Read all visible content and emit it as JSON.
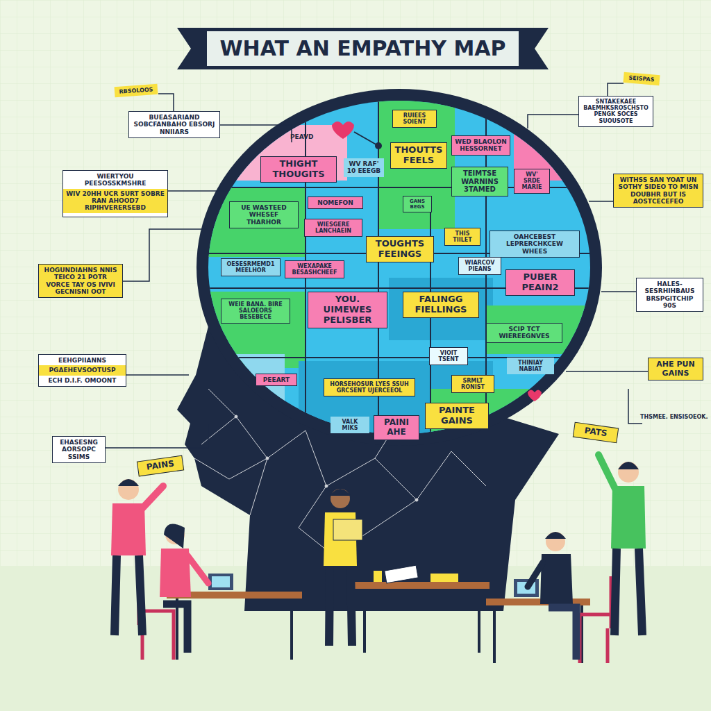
{
  "diagram": {
    "title": "WHAT AN EMPATHY MAP",
    "nodes": [
      {
        "text": [
          "RBSOLOOS"
        ]
      },
      {
        "text": [
          "BUEASARIAND SOBCFANBAHO EBSORJ NNIIARS"
        ]
      },
      {
        "text": [
          "WIERTYOU PEESOSSKMSHRE",
          "WIV 20HH UCR SURT SOBRE RAN AHOOD7 RIPIHVERERSEBD"
        ]
      },
      {
        "text": [
          "HOGUNDIAHNS NNIS TEICO 21 POTR VORCE TAY OS IVIVI GECNISNI OOT"
        ]
      },
      {
        "text": [
          "EEHGPIIANNS",
          "PGAEHEVSOOTUSP",
          "ECH D.I.F. OMOONT"
        ]
      },
      {
        "text": [
          "EHASESNG AORSOPC SSIMS"
        ]
      },
      {
        "text": [
          "PAINS"
        ]
      },
      {
        "text": [
          "SEISPAS"
        ]
      },
      {
        "text": [
          "SNTAKEKAEE BAEMHKSROSCHSTO PENGK SOCES SUOUSOTE"
        ]
      },
      {
        "text": [
          "WITHSS SAN YOAT UN SOTHY SIDEO TO MISN DOUBHR BUT IS AOSTCECEFEO"
        ]
      },
      {
        "text": [
          "HALES- SESRHIHBAUS BRSPGITCHIP 90S"
        ]
      },
      {
        "text": [
          "AHE PUN GAINS"
        ]
      },
      {
        "text": [
          "PATS"
        ]
      },
      {
        "text": [
          "THIGHT THOUGITS"
        ]
      },
      {
        "text": [
          "WV RAF' 10 EEEGB"
        ]
      },
      {
        "text": [
          "RUIEES SOIENT"
        ]
      },
      {
        "text": [
          "THOUTTS FEELS"
        ]
      },
      {
        "text": [
          "WED BLAOLON HESSORNET"
        ]
      },
      {
        "text": [
          "TEIMTSE WARNINS 3TAMED"
        ]
      },
      {
        "text": [
          "WV' SRDE MARIE"
        ]
      },
      {
        "text": [
          "UE WASTEED WHESEF THARHOR"
        ]
      },
      {
        "text": [
          "NOMEFON"
        ]
      },
      {
        "text": [
          "GANS BEGS"
        ]
      },
      {
        "text": [
          "WIESGERE LANCHAEIN"
        ]
      },
      {
        "text": [
          "TOUGHTS FEEINGS"
        ]
      },
      {
        "text": [
          "THIS TIILET"
        ]
      },
      {
        "text": [
          "OAHCEBEST LEPRERCHKCEW WHEES"
        ]
      },
      {
        "text": [
          "OESESRMEMD1 MEELHOR"
        ]
      },
      {
        "text": [
          "WEXAPAKE BESASHCHEEF"
        ]
      },
      {
        "text": [
          "WIARCOV PIEANS"
        ]
      },
      {
        "text": [
          "PUBER PEAIN2"
        ]
      },
      {
        "text": [
          "WEIE BANA. BIRE SALOEORS BESEBECE"
        ]
      },
      {
        "text": [
          "YOU. UIMEWES PELISBER"
        ]
      },
      {
        "text": [
          "FALINGG FIELLINGS"
        ]
      },
      {
        "text": [
          "SCIP TCT WIEREEGNVES"
        ]
      },
      {
        "text": [
          "VIOIT TSENT"
        ]
      },
      {
        "text": [
          "PEEART"
        ]
      },
      {
        "text": [
          "HORSEHOSUR LYES SSUH GRCSENT UJERCEEOL"
        ]
      },
      {
        "text": [
          "SRMLT RONIST"
        ]
      },
      {
        "text": [
          "THINIAY NABIAT"
        ]
      },
      {
        "text": [
          "VALK MIKS"
        ]
      },
      {
        "text": [
          "PAINI AHE"
        ]
      },
      {
        "text": [
          "PAINTE GAINS"
        ]
      }
    ],
    "labels": [
      "PEAVD",
      "THSMEE. ENSISOEOK."
    ]
  }
}
